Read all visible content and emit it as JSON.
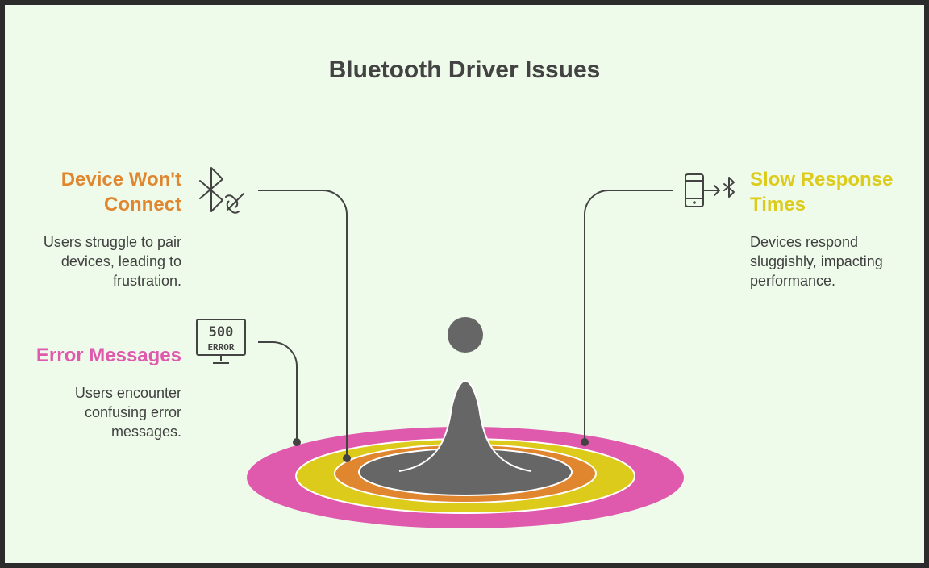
{
  "title": "Bluetooth Driver Issues",
  "issues": [
    {
      "heading_lines": [
        "Device Won't",
        "Connect"
      ],
      "desc_lines": [
        "Users struggle to pair",
        "devices, leading to",
        "frustration."
      ],
      "color": "#e0862f",
      "icon": "bluetooth-disconnected-icon"
    },
    {
      "heading_lines": [
        "Error Messages"
      ],
      "desc_lines": [
        "Users encounter",
        "confusing error",
        "messages."
      ],
      "color": "#df59ad",
      "icon": "monitor-500-error-icon",
      "icon_text": [
        "500",
        "ERROR"
      ]
    },
    {
      "heading_lines": [
        "Slow Response",
        "Times"
      ],
      "desc_lines": [
        "Devices respond",
        "sluggishly, impacting",
        "performance."
      ],
      "color": "#dccb1a",
      "icon": "phone-bluetooth-transfer-icon"
    }
  ],
  "colors": {
    "background": "#effbea",
    "ring_outer": "#df59ad",
    "ring_middle": "#dccb1a",
    "ring_inner": "#e0862f",
    "core": "#666666",
    "line": "#434343",
    "text": "#3f3f3f"
  }
}
